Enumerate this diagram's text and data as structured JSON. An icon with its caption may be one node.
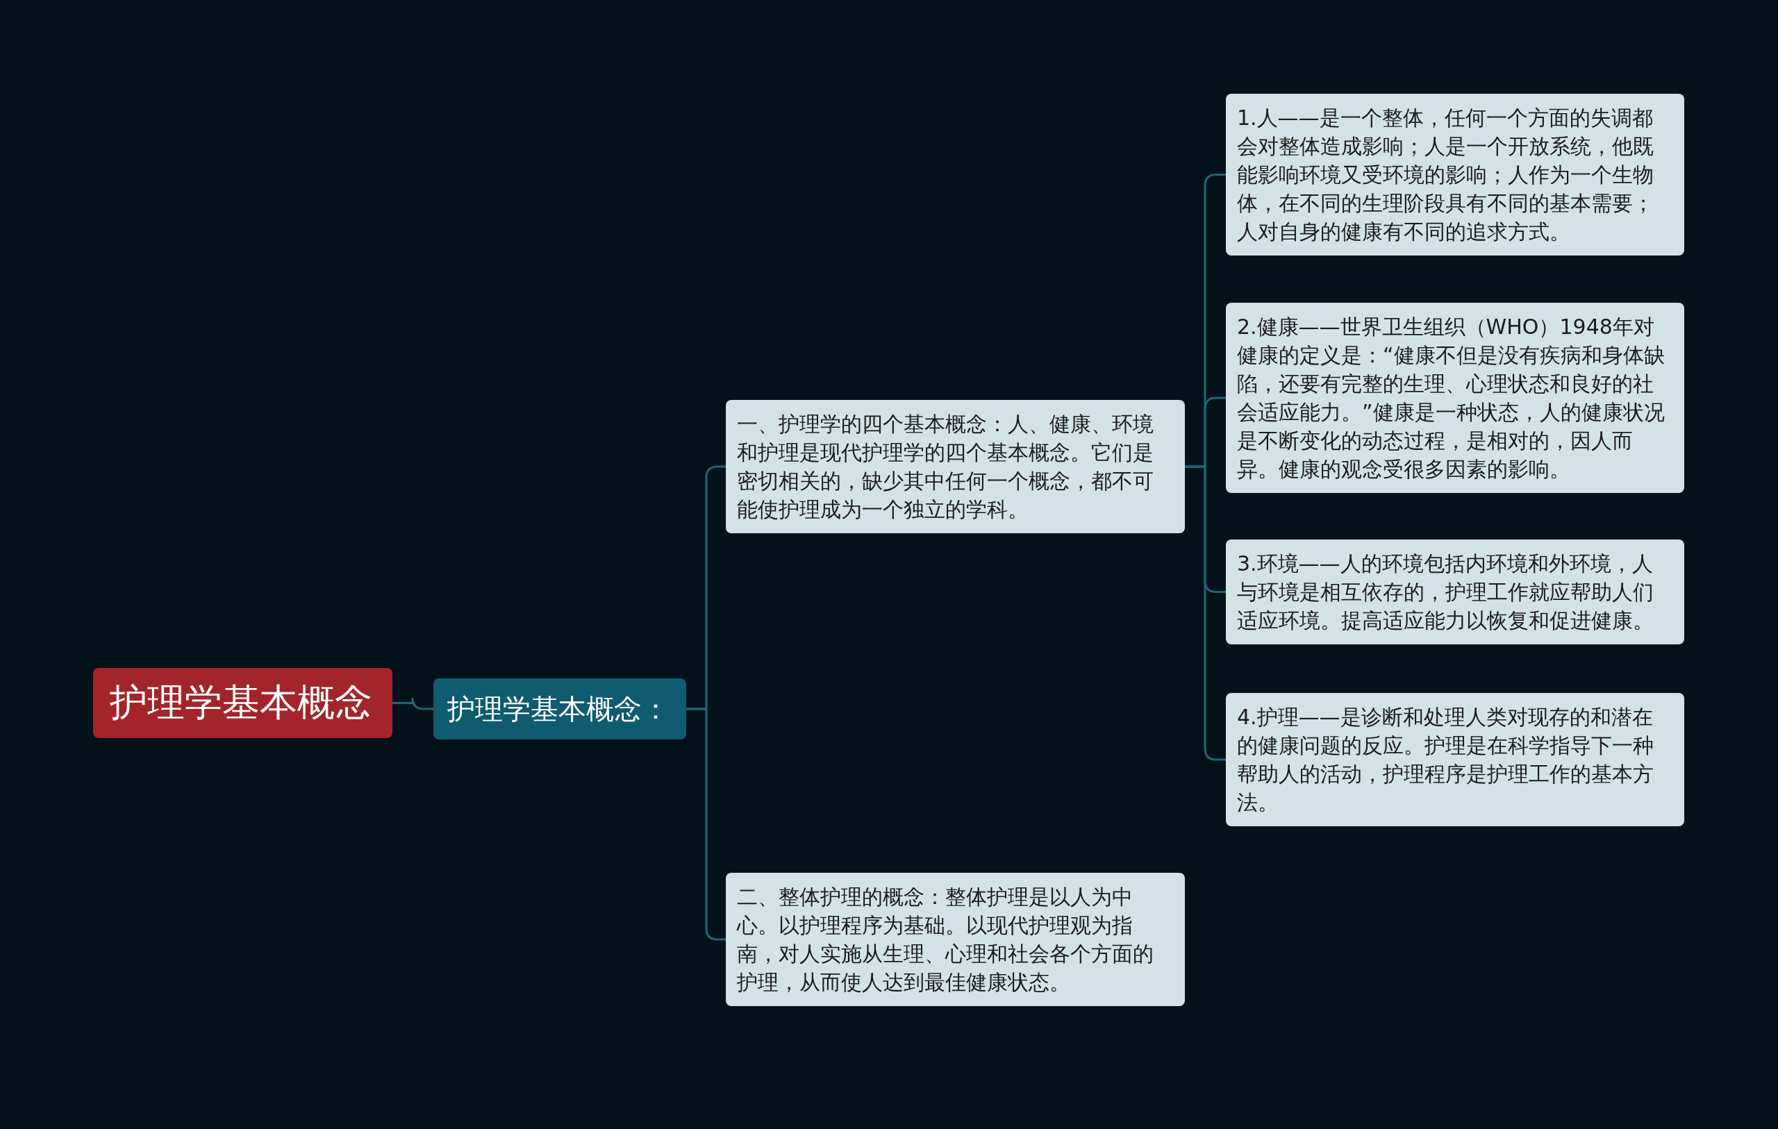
{
  "diagram": {
    "nodes": [
      {
        "text": [
          "护理学基本概念"
        ]
      },
      {
        "text": [
          "护理学基本概念："
        ]
      },
      {
        "text": [
          "一、护理学的四个基本概念：人、健康、环境和护理是现代护理学的四个基本概念。它们是密切相关的，缺少其中任何一个概念，都不可能使护理成为一个独立的学科。"
        ]
      },
      {
        "text": [
          "1.人——是一个整体，任何一个方面的失调都会对整体造成影响；人是一个开放系统，他既能影响环境又受环境的影响；人作为一个生物体，在不同的生理阶段具有不同的基本需要；人对自身的健康有不同的追求方式。"
        ]
      },
      {
        "text": [
          "2.健康——世界卫生组织（WHO）1948年对健康的定义是：“健康不但是没有疾病和身体缺陷，还要有完整的生理、心理状态和良好的社会适应能力。”健康是一种状态，人的健康状况是不断变化的动态过程，是相对的，因人而异。健康的观念受很多因素的影响。"
        ]
      },
      {
        "text": [
          "3.环境——人的环境包括内环境和外环境，人与环境是相互依存的，护理工作就应帮助人们适应环境。提高适应能力以恢复和促进健康。"
        ]
      },
      {
        "text": [
          "4.护理——是诊断和处理人类对现存的和潜在的健康问题的反应。护理是在科学指导下一种帮助人的活动，护理程序是护理工作的基本方法。"
        ]
      },
      {
        "text": [
          "二、整体护理的概念：整体护理是以人为中心。以护理程序为基础。以现代护理观为指南，对人实施从生理、心理和社会各个方面的护理，从而使人达到最佳健康状态。"
        ]
      }
    ],
    "edges": [
      {
        "from": 0,
        "to": 1,
        "arrow": "none"
      },
      {
        "from": 1,
        "to": 2,
        "arrow": "none"
      },
      {
        "from": 2,
        "to": 3,
        "arrow": "none"
      },
      {
        "from": 2,
        "to": 4,
        "arrow": "none"
      },
      {
        "from": 2,
        "to": 5,
        "arrow": "none"
      },
      {
        "from": 2,
        "to": 6,
        "arrow": "none"
      },
      {
        "from": 1,
        "to": 7,
        "arrow": "none"
      }
    ]
  }
}
